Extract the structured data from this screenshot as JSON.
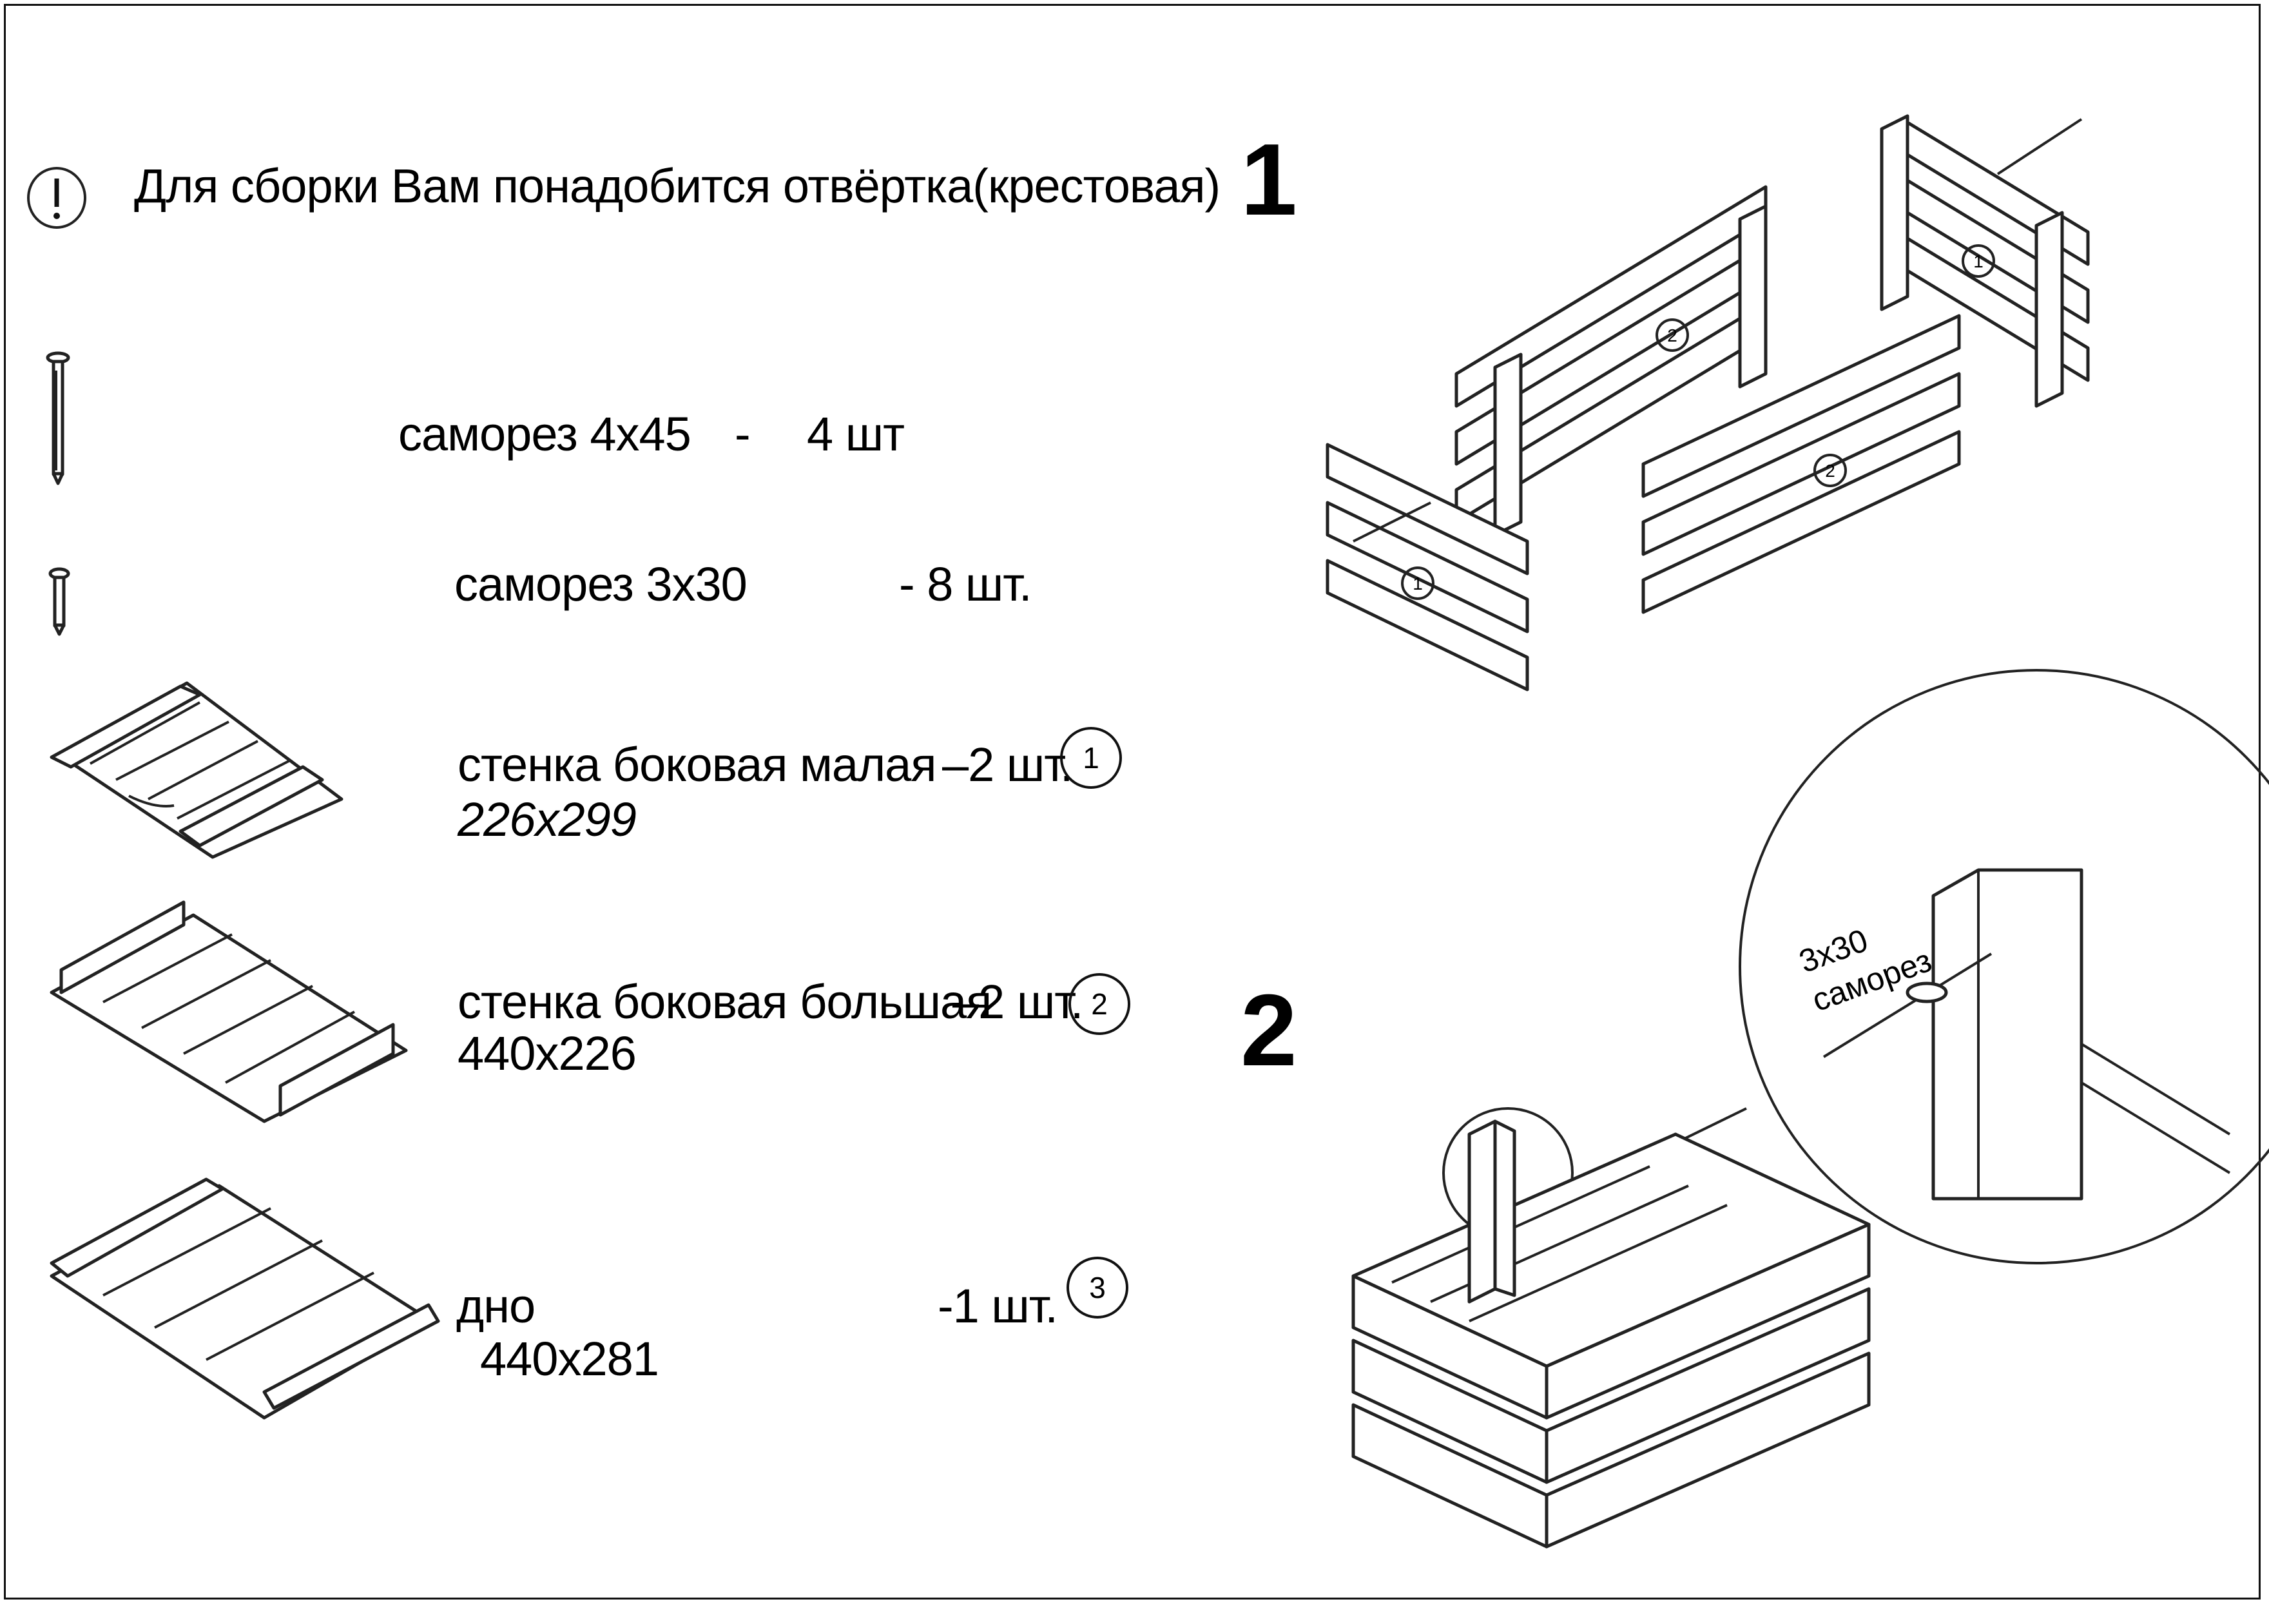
{
  "note": {
    "icon": "exclamation-icon",
    "text": "Для сборки Вам понадобится отвёртка(крестовая)"
  },
  "parts": [
    {
      "name": "саморез 4х45",
      "dash": "-",
      "qty": "4 шт",
      "icon": "long-screw-icon"
    },
    {
      "name": "саморез 3х30",
      "qty": "- 8 шт.",
      "icon": "short-screw-icon"
    },
    {
      "name": "стенка боковая  малая",
      "qty": "–2 шт.",
      "size": "226х299",
      "badge": "1",
      "icon": "small-side-wall-icon"
    },
    {
      "name": "стенка боковая большая",
      "qty": "–2 шт.",
      "size": "440х226",
      "badge": "2",
      "icon": "large-side-wall-icon"
    },
    {
      "name": "дно",
      "qty": "-1 шт.",
      "size": "440х281",
      "badge": "3",
      "icon": "bottom-panel-icon"
    }
  ],
  "steps": [
    {
      "number": "1",
      "labels": [
        "1",
        "2",
        "2",
        "1"
      ]
    },
    {
      "number": "2",
      "callout_size": "3х30",
      "callout_label": "саморез"
    }
  ]
}
